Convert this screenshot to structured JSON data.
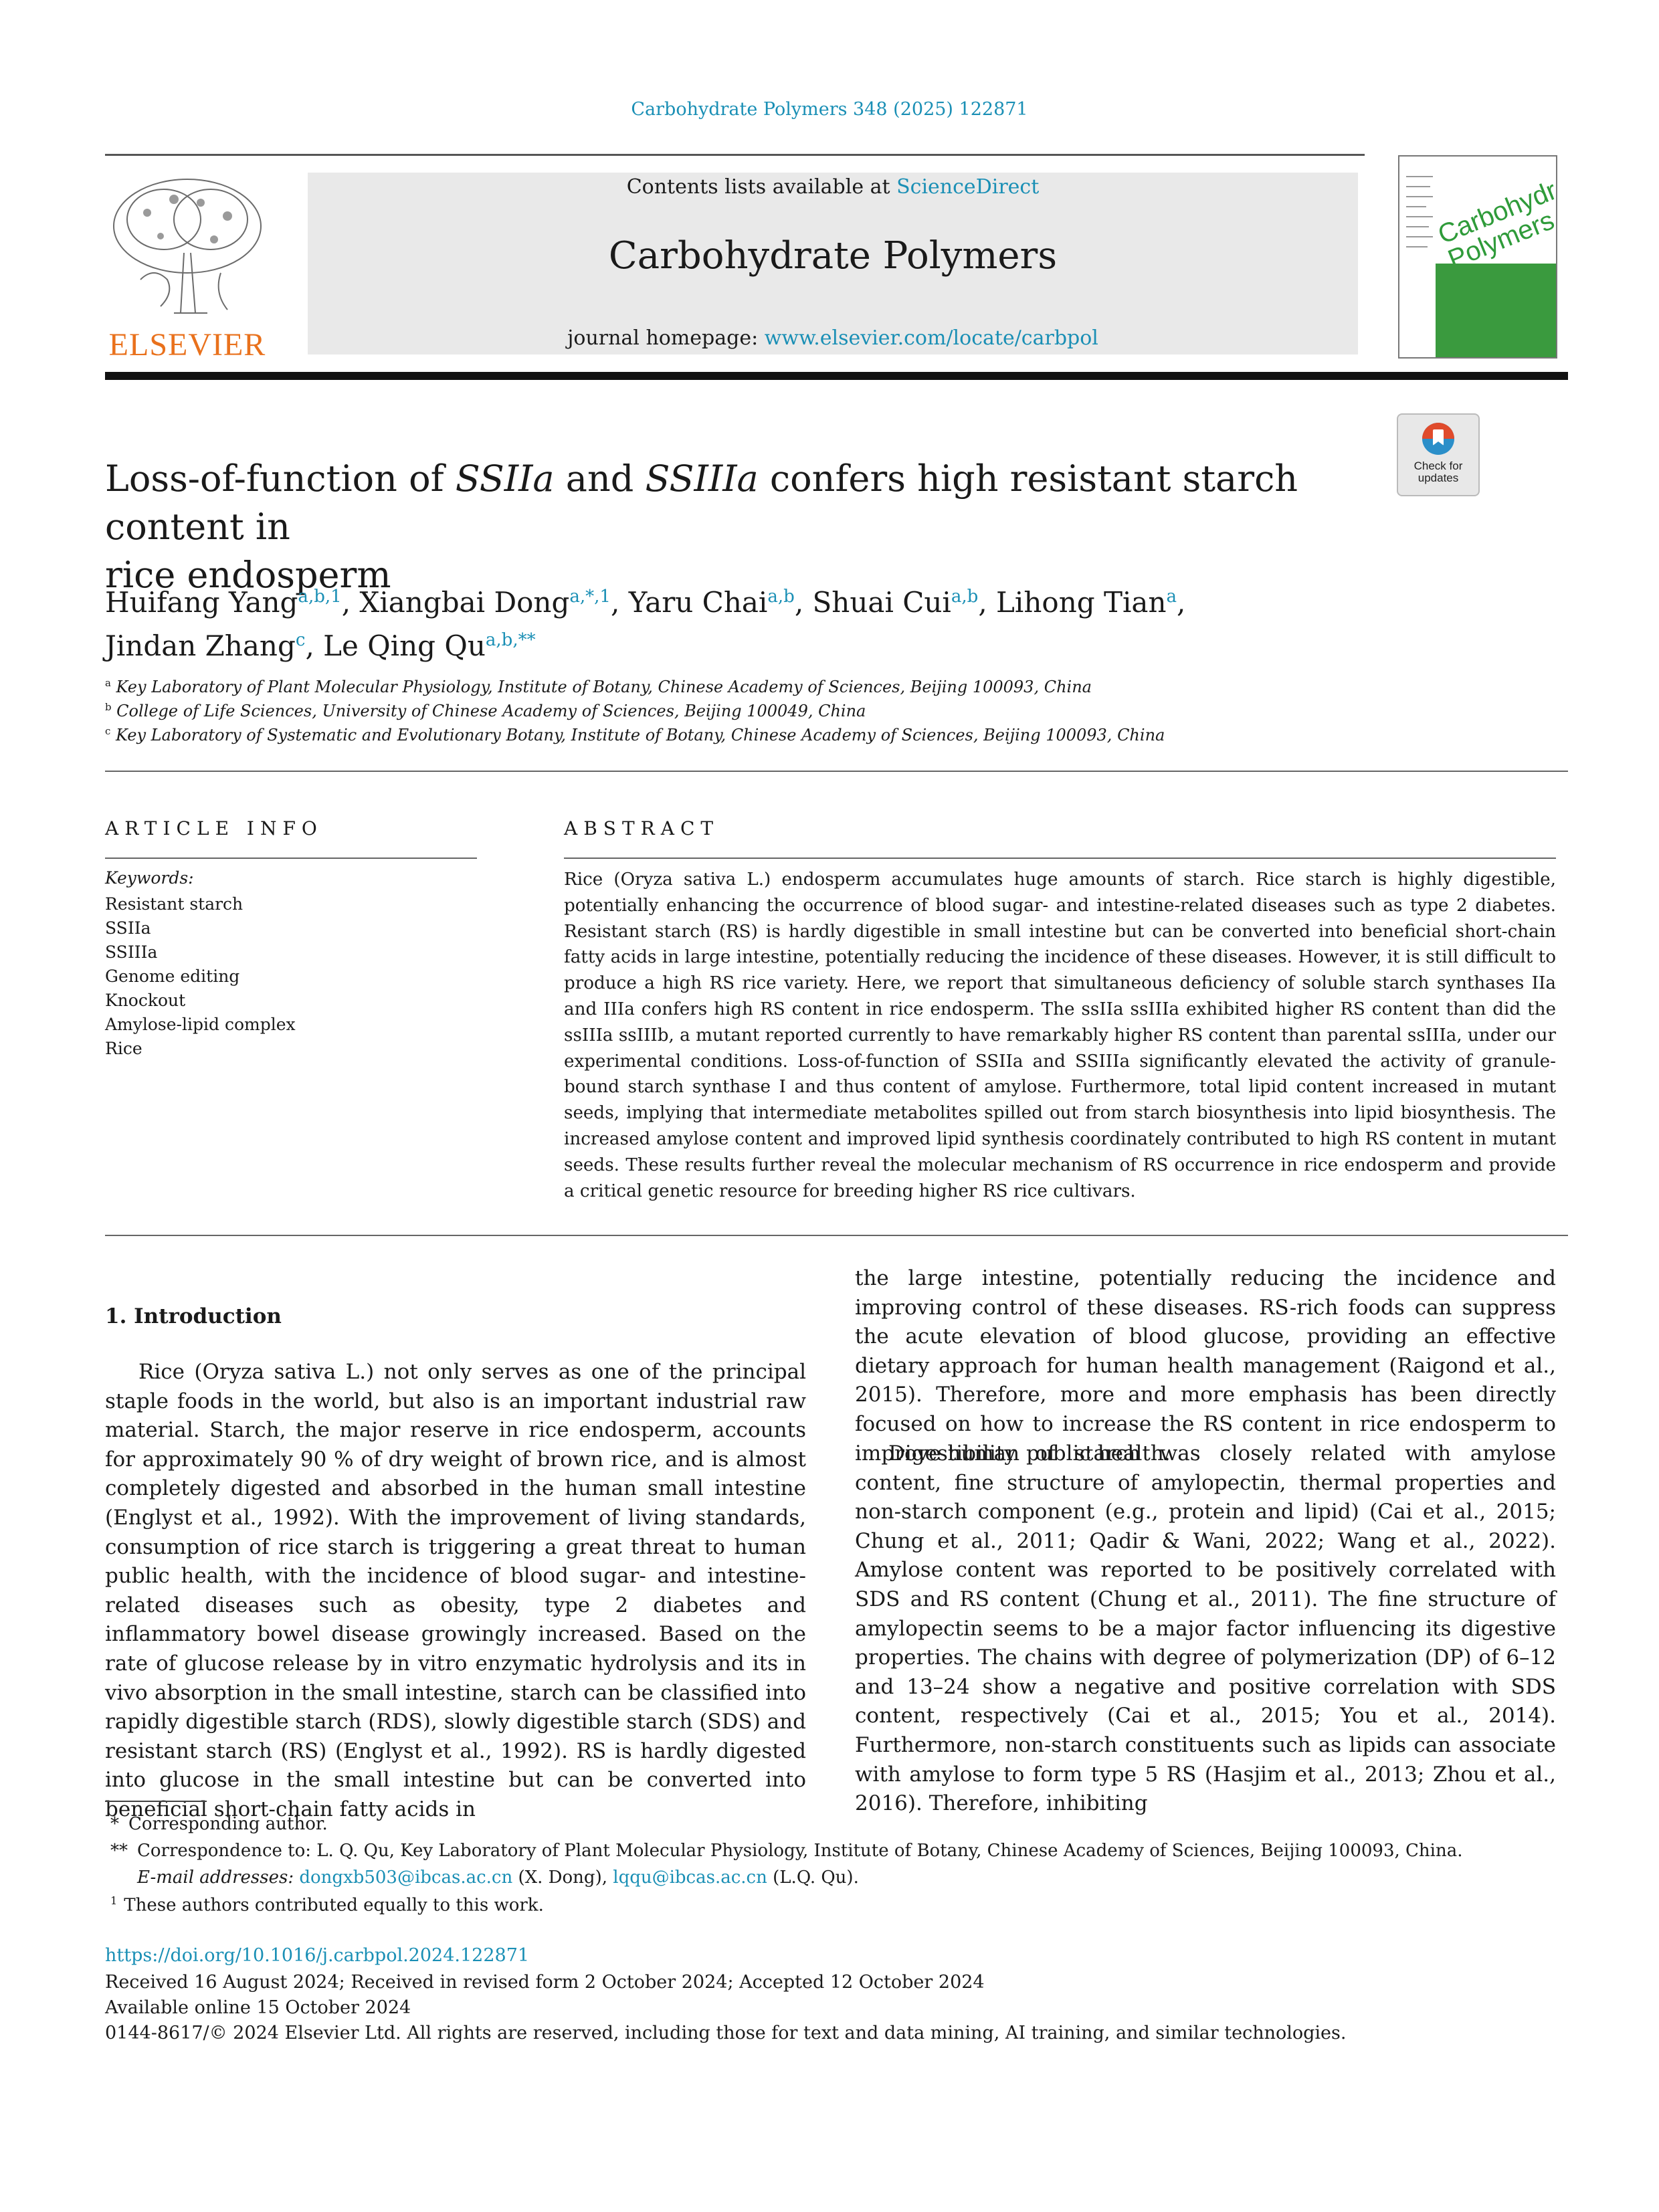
{
  "header": {
    "journal_ref": "Carbohydrate Polymers 348 (2025) 122871",
    "contents_prefix": "Contents lists available at",
    "contents_link": "ScienceDirect",
    "journal_title": "Carbohydrate Polymers",
    "homepage_prefix": "journal homepage:",
    "homepage_link": "www.elsevier.com/locate/carbpol",
    "publisher_logo": "ELSEVIER",
    "cover_title": "Carbohydrate Polymers",
    "check_badge": "Check for updates"
  },
  "article": {
    "title_part1": "Loss-of-function of ",
    "title_gene1": "SSIIa",
    "title_part2": " and ",
    "title_gene2": "SSIIIa",
    "title_part3": " confers high resistant starch content in",
    "title_line2": "rice endosperm",
    "authors": [
      {
        "name": "Huifang Yang",
        "sup": "a,b,1",
        "sep": ", "
      },
      {
        "name": "Xiangbai Dong",
        "sup": "a,*,1",
        "sep": ", "
      },
      {
        "name": "Yaru Chai",
        "sup": "a,b",
        "sep": ", "
      },
      {
        "name": "Shuai Cui",
        "sup": "a,b",
        "sep": ", "
      },
      {
        "name": "Lihong Tian",
        "sup": "a",
        "sep": ","
      },
      {
        "name": "Jindan Zhang",
        "sup": "c",
        "sep": ", "
      },
      {
        "name": "Le Qing Qu",
        "sup": "a,b,**",
        "sep": ""
      }
    ],
    "affiliations": [
      {
        "label": "a",
        "text": "Key Laboratory of Plant Molecular Physiology, Institute of Botany, Chinese Academy of Sciences, Beijing 100093, China"
      },
      {
        "label": "b",
        "text": "College of Life Sciences, University of Chinese Academy of Sciences, Beijing 100049, China"
      },
      {
        "label": "c",
        "text": "Key Laboratory of Systematic and Evolutionary Botany, Institute of Botany, Chinese Academy of Sciences, Beijing 100093, China"
      }
    ]
  },
  "article_info": {
    "heading": "ARTICLE INFO",
    "keywords_label": "Keywords:",
    "keywords": [
      "Resistant starch",
      "SSIIa",
      "SSIIIa",
      "Genome editing",
      "Knockout",
      "Amylose-lipid complex",
      "Rice"
    ]
  },
  "abstract": {
    "heading": "ABSTRACT",
    "text": "Rice (Oryza sativa L.) endosperm accumulates huge amounts of starch. Rice starch is highly digestible, potentially enhancing the occurrence of blood sugar- and intestine-related diseases such as type 2 diabetes. Resistant starch (RS) is hardly digestible in small intestine but can be converted into beneficial short-chain fatty acids in large intestine, potentially reducing the incidence of these diseases. However, it is still difficult to produce a high RS rice variety. Here, we report that simultaneous deficiency of soluble starch synthases IIa and IIIa confers high RS content in rice endosperm. The ssIIa ssIIIa exhibited higher RS content than did the ssIIIa ssIIIb, a mutant reported currently to have remarkably higher RS content than parental ssIIIa, under our experimental conditions. Loss-of-function of SSIIa and SSIIIa significantly elevated the activity of granule-bound starch synthase I and thus content of amylose. Furthermore, total lipid content increased in mutant seeds, implying that intermediate metabolites spilled out from starch biosynthesis into lipid biosynthesis. The increased amylose content and improved lipid synthesis coordinately contributed to high RS content in mutant seeds. These results further reveal the molecular mechanism of RS occurrence in rice endosperm and provide a critical genetic resource for breeding higher RS rice cultivars."
  },
  "intro": {
    "heading": "1.  Introduction",
    "left_col": "Rice (Oryza sativa L.) not only serves as one of the principal staple foods in the world, but also is an important industrial raw material. Starch, the major reserve in rice endosperm, accounts for approximately 90 % of dry weight of brown rice, and is almost completely digested and absorbed in the human small intestine (Englyst et al., 1992). With the improvement of living standards, consumption of rice starch is triggering a great threat to human public health, with the incidence of blood sugar- and intestine-related diseases such as obesity, type 2 diabetes and inflammatory bowel disease growingly increased. Based on the rate of glucose release by in vitro enzymatic hydrolysis and its in vivo absorption in the small intestine, starch can be classified into rapidly digestible starch (RDS), slowly digestible starch (SDS) and resistant starch (RS) (Englyst et al., 1992). RS is hardly digested into glucose in the small intestine but can be converted into beneficial short-chain fatty acids in",
    "right_col_p1": "the large intestine, potentially reducing the incidence and improving control of these diseases. RS-rich foods can suppress the acute elevation of blood glucose, providing an effective dietary approach for human health management (Raigond et al., 2015). Therefore, more and more emphasis has been directly focused on how to increase the RS content in rice endosperm to improve human public health.",
    "right_col_p2": "Digestibility of starch was closely related with amylose content, fine structure of amylopectin, thermal properties and non-starch component (e.g., protein and lipid) (Cai et al., 2015; Chung et al., 2011; Qadir & Wani, 2022; Wang et al., 2022). Amylose content was reported to be positively correlated with SDS and RS content (Chung et al., 2011). The fine structure of amylopectin seems to be a major factor influencing its digestive properties. The chains with degree of polymerization (DP) of 6–12 and 13–24 show a negative and positive correlation with SDS content, respectively (Cai et al., 2015; You et al., 2014). Furthermore, non-starch constituents such as lipids can associate with amylose to form type 5 RS (Hasjim et al., 2013; Zhou et al., 2016). Therefore, inhibiting"
  },
  "footnotes": {
    "corresponding": "Corresponding author.",
    "correspondence": "Correspondence to: L. Q. Qu, Key Laboratory of Plant Molecular Physiology, Institute of Botany, Chinese Academy of Sciences, Beijing 100093, China.",
    "email_label": "E-mail addresses:",
    "email1": "dongxb503@ibcas.ac.cn",
    "email1_who": "(X. Dong),",
    "email2": "lqqu@ibcas.ac.cn",
    "email2_who": "(L.Q. Qu).",
    "equal": "These authors contributed equally to this work."
  },
  "publication": {
    "doi": "https://doi.org/10.1016/j.carbpol.2024.122871",
    "received": "Received 16 August 2024; Received in revised form 2 October 2024; Accepted 12 October 2024",
    "online": "Available online 15 October 2024",
    "copyright": "0144-8617/© 2024 Elsevier Ltd. All rights are reserved, including those for text and data mining, AI training, and similar technologies."
  }
}
